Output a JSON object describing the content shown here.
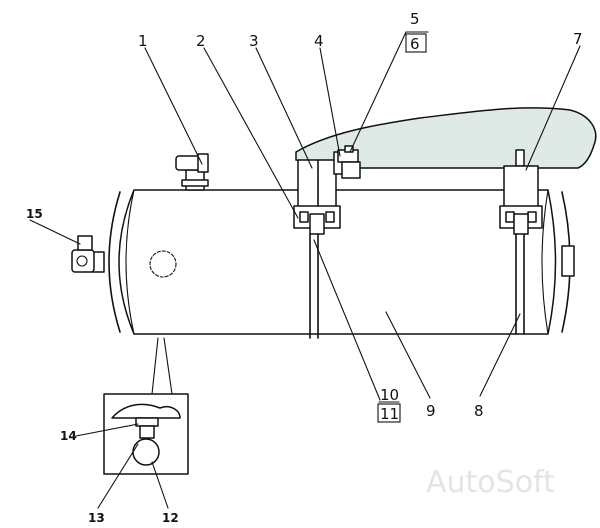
{
  "callouts": {
    "c1": "1",
    "c2": "2",
    "c3": "3",
    "c4": "4",
    "c5": "5",
    "c6": "6",
    "c7": "7",
    "c8": "8",
    "c9": "9",
    "c10": "10",
    "c11": "11",
    "c12": "12",
    "c13": "13",
    "c14": "14",
    "c15": "15"
  },
  "watermark": "AutoSoft",
  "colors": {
    "line": "#111111",
    "frame": "#dfe9e6",
    "watermark": "#e4e4e4"
  }
}
